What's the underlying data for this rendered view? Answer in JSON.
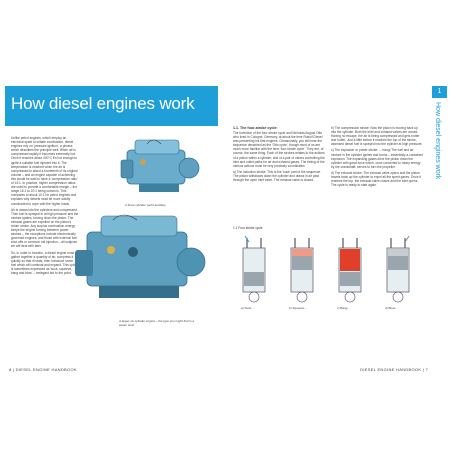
{
  "left_page": {
    "title": "How diesel engines work",
    "body_paragraphs": [
      "Unlike petrol engines, which employ an electrical spark to initiate combustion, diesel engines rely on 'pressure-ignition', a phrase which describes the principle well. When air is compressed rapidly it becomes extremely hot. Once it reaches about 400°C it's hot enough to ignite a suitable fuel injected into it. The temperature is reached when the air is compressed to about a fourteenth of its original volume – and an engine capable of achieving this would be said to have a 'compression ratio' of 14:1. In practice, higher compression ratios are used to provide a comfortable margin – the range 16:1 to 20:1 being common. This compares to about 10:1 for petrol engines and explains why diesels must be more solidly constructed to cope with the higher loads.",
      "Air is drawn into the cylinders and compressed. Then fuel is sprayed in at high pressure and the mixture ignites, forcing down the piston. The exhaust gases are expelled on the piston's return stroke. Any surplus combustion energy keeps the engine turning between power strokes – the exceptions include electronically governed engines, and those with external fuel shut-offs or common rail injection – all subjects we will deal with later.",
      "So, in order to function, a diesel engine must gather together a quantity of air, compress it quickly so that it heats, then introduce some fuel which will combust and expand. This cycle is sometimes expressed as 'suck, squeeze, bang and blow' – inelegant but to the point."
    ],
    "caption_top": "A three cylinder yacht auxiliary",
    "caption_bottom": "A larger six cylinder engine – the type you might find in a power boat",
    "footer": "8 | DIESEL ENGINE HANDBOOK"
  },
  "right_page": {
    "section_heading": "1.1. The four-stroke cycle:",
    "intro": "The invention of the four-stroke cycle and Nicholas August Otto who lived in Cologne, Germany, at about the time Rudolf Diesel was presenting his first engines. Occasionally, you still hear the sequence described as the 'Otto cycle', though most of us are much more familiar with the term 'four-stroke cycle'. They are, of course, the same thing. Each of the strokes relates to the actions of a piston within a cylinder, and of a pair of valves controlling the inlet and outlet paths for air and exhaust gases. The timing of the various actions must be very precisely coordinated.",
    "step_a": "a) The induction stroke: This is the 'suck' part of the sequence. The piston withdraws down the cylinder and draws in air past through the open inlet valve. The exhaust valve is closed.",
    "step_b": "b) The compression stroke: Now the piston is moving back up into the cylinder. Both the inlet and exhaust valves are closed. Having no escape, the air is being compressed and gets hotter and hotter. Just a little before it reaches the top of the stroke, atomised diesel fuel is sprayed into the cylinder at high pressure.",
    "step_c": "c) The explosion or power stroke: ... bang! The fuel and air mixture in the cylinder ignites and burns – essentially a contained explosion. The expanding gases drive the piston down the cylinder with great force which, once converted to rotary energy by the crankshaft, serves to turn the propeller.",
    "step_d": "d) The exhaust stroke: The exhaust valve opens and the piston travels back up the cylinder to expel all the spent gases. Once it reaches the top, the exhaust valve closes and the inlet opens. The cycle is ready to start again.",
    "figure_title": "1.1 Four stroke cycle",
    "stroke_labels": [
      "a) Suck...",
      "b) Squeeze...",
      "c) Bang...",
      "d) Blow..."
    ],
    "footer": "DIESEL ENGINE HANDBOOK | 7"
  },
  "side_tab": {
    "number": "1",
    "text": "How diesel engines work"
  },
  "colors": {
    "accent_blue": "#1f9fd8",
    "engine_blue": "#5fa8c8",
    "red_hot": "#e0402a",
    "piston_grey": "#9aa5ad"
  }
}
